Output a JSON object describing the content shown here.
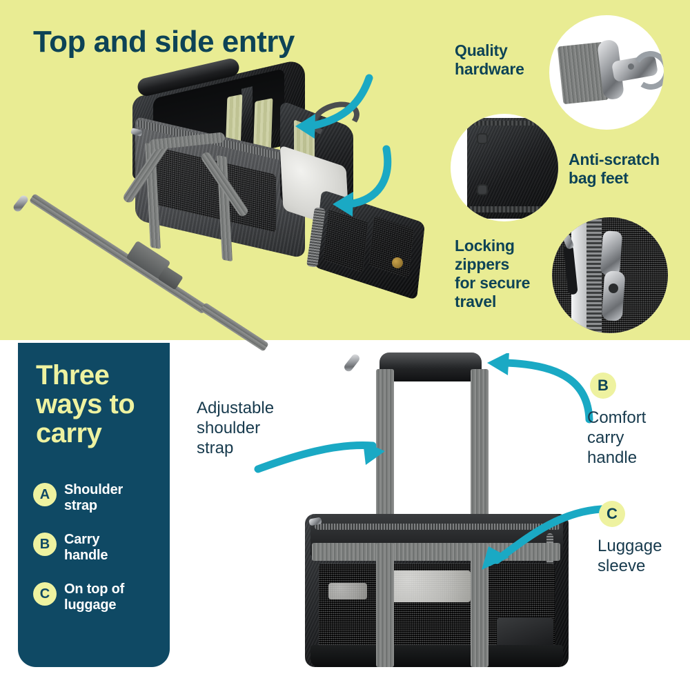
{
  "colors": {
    "band_yellow": "#e9ec93",
    "navy": "#0f4964",
    "pale_yellow": "#eef2a0",
    "teal_arrow": "#1aa9c4",
    "heading_navy": "#0d4356",
    "body_navy": "#173a4d",
    "white": "#ffffff"
  },
  "top_section": {
    "title": "Top and side entry",
    "features": [
      {
        "id": "quality-hardware",
        "label": "Quality\nhardware",
        "photo": "swivel-clip-hardware-photo"
      },
      {
        "id": "anti-scratch-feet",
        "label": "Anti-scratch\nbag feet",
        "photo": "bag-feet-photo"
      },
      {
        "id": "locking-zippers",
        "label": "Locking\nzippers\nfor secure\ntravel",
        "photo": "locking-zipper-photo"
      }
    ],
    "product_photo": "open-pet-carrier-top-and-side-entry-photo",
    "arrows": [
      "top-entry-arrow",
      "side-entry-arrow"
    ]
  },
  "bottom_section": {
    "panel": {
      "title": "Three\nways to\ncarry",
      "ways": [
        {
          "badge": "A",
          "label": "Shoulder\nstrap"
        },
        {
          "badge": "B",
          "label": "Carry\nhandle"
        },
        {
          "badge": "C",
          "label": "On top of\nluggage"
        }
      ]
    },
    "callouts": [
      {
        "id": "adjustable-shoulder-strap",
        "label": "Adjustable\nshoulder\nstrap",
        "badge": null
      },
      {
        "id": "comfort-carry-handle",
        "label": "Comfort\ncarry\nhandle",
        "badge": "B"
      },
      {
        "id": "luggage-sleeve",
        "label": "Luggage\nsleeve",
        "badge": "C"
      }
    ],
    "product_photo": "pet-carrier-front-with-handles-photo",
    "arrows": [
      "shoulder-strap-arrow",
      "carry-handle-arrow",
      "luggage-sleeve-arrow"
    ]
  }
}
